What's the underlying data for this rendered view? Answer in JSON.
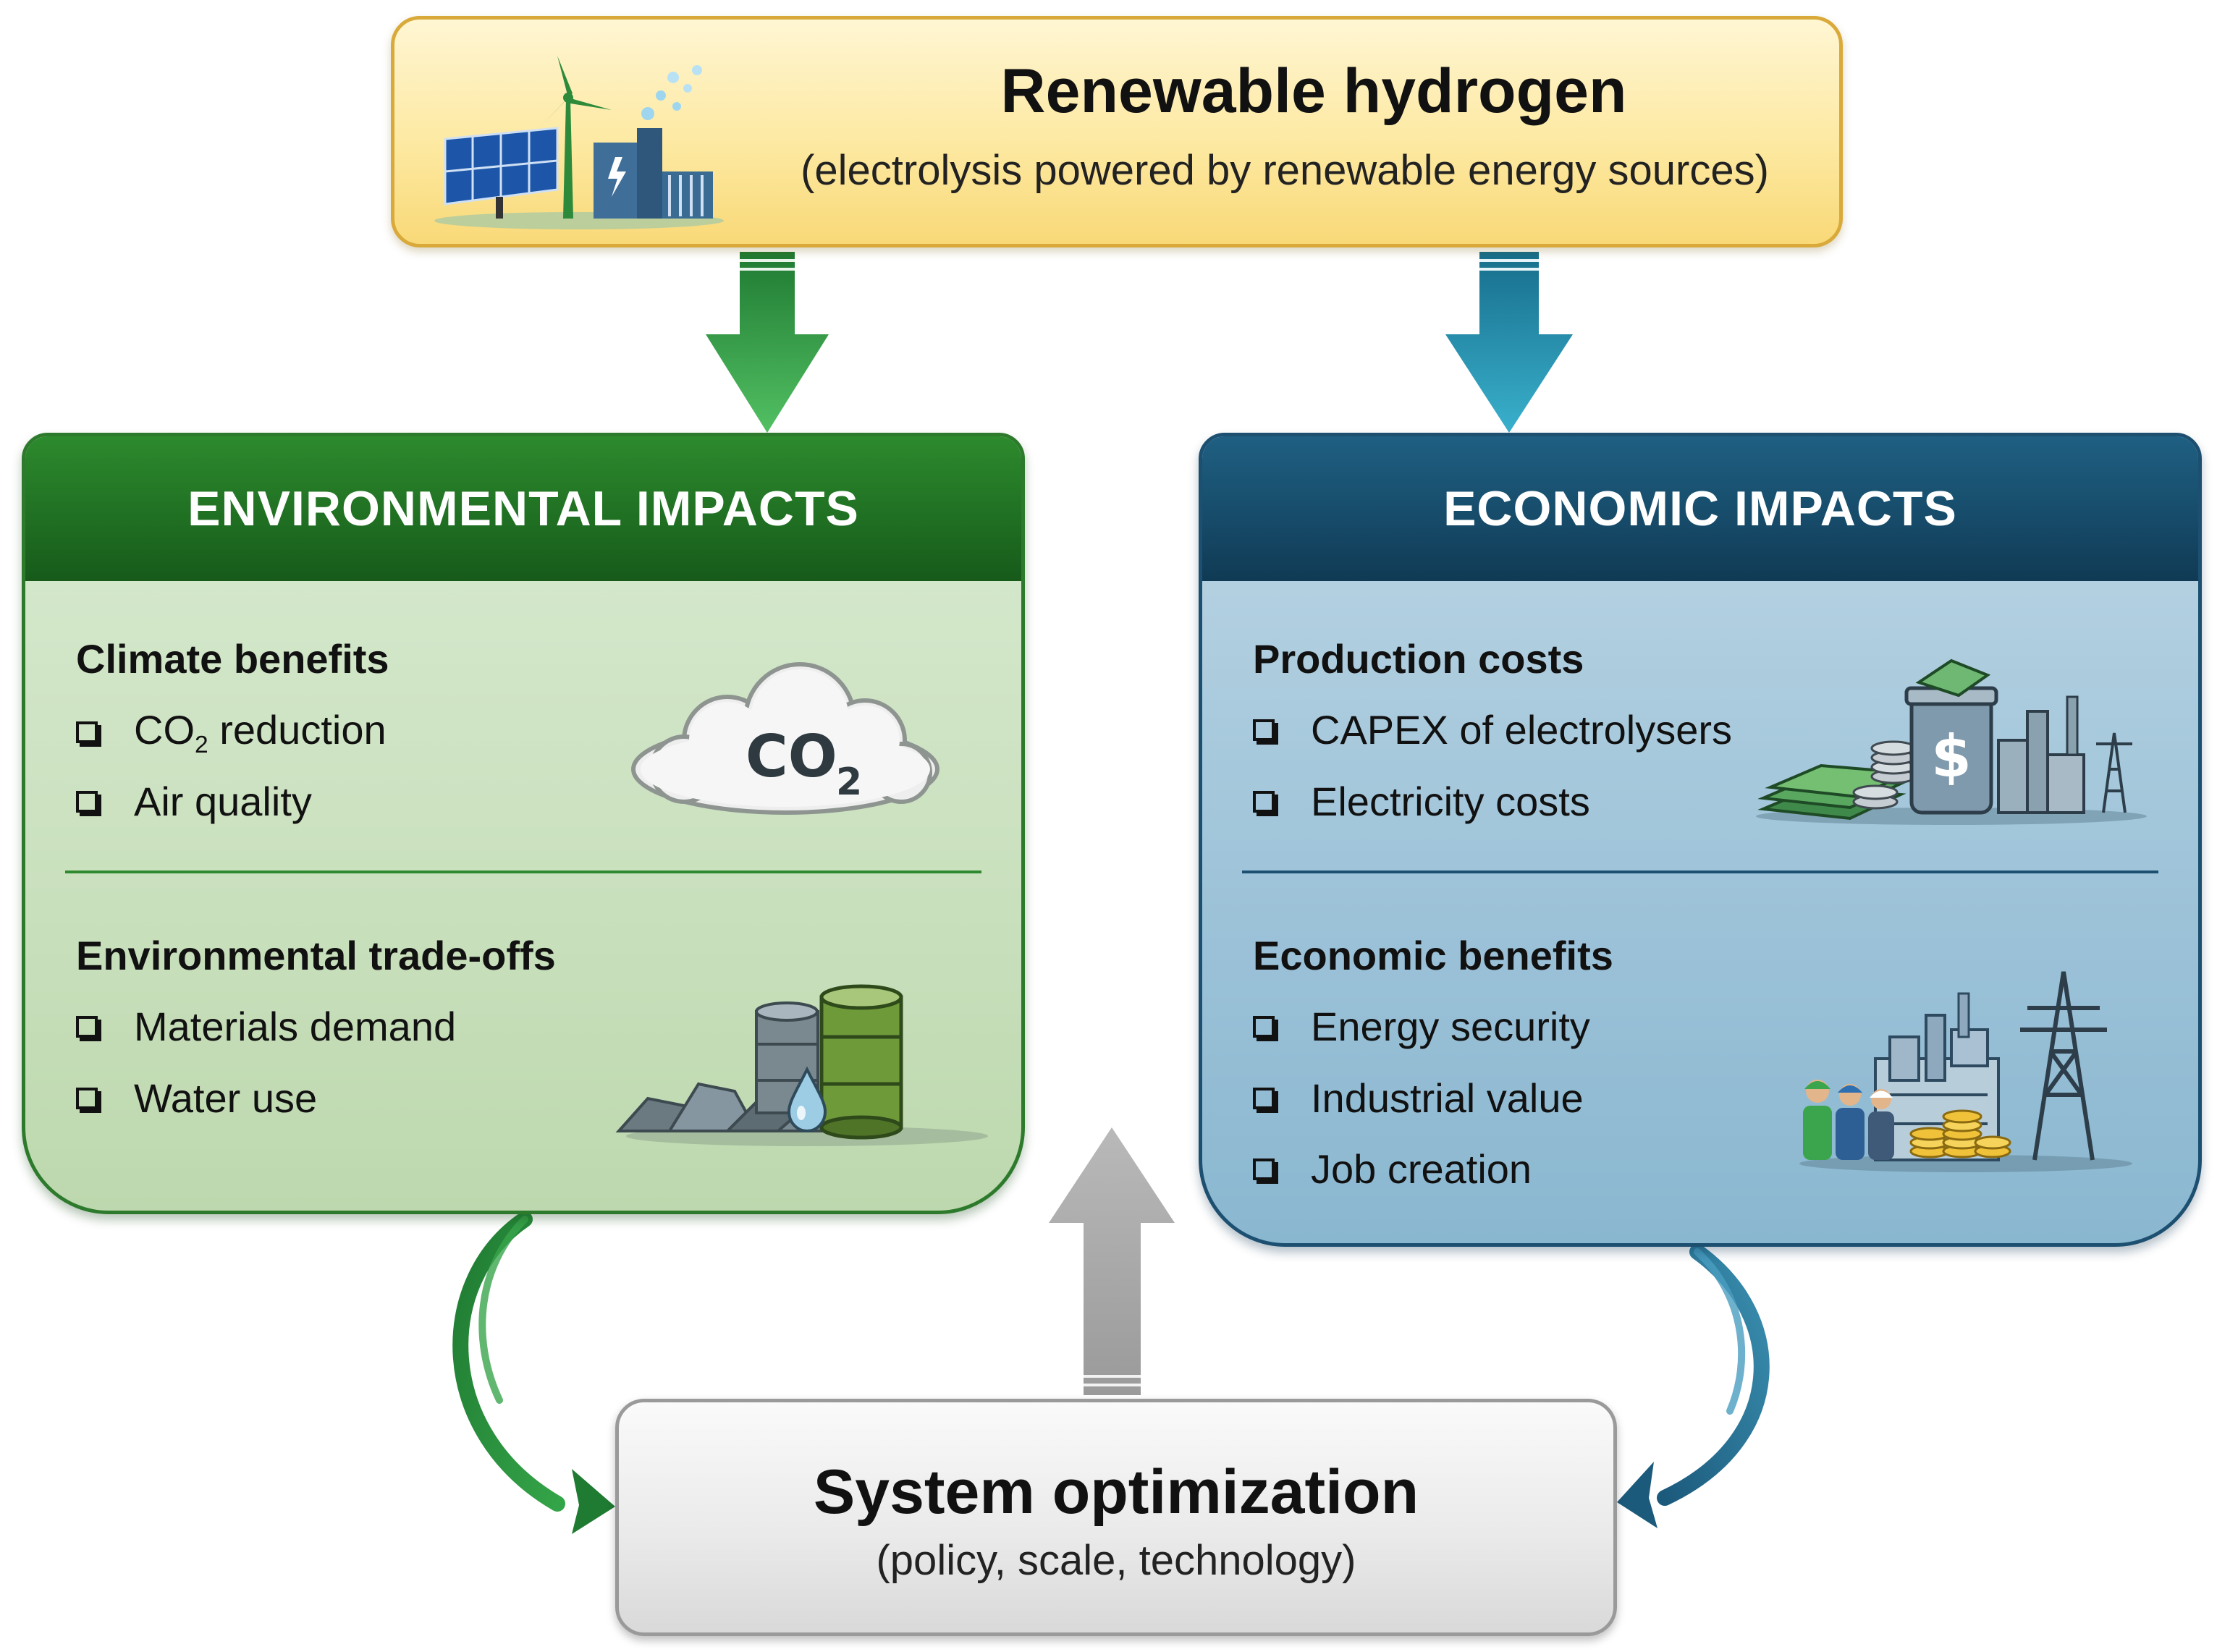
{
  "top": {
    "title": "Renewable hydrogen",
    "subtitle": "(electrolysis powered by renewable energy sources)"
  },
  "environmental": {
    "header": "ENVIRONMENTAL IMPACTS",
    "sections": [
      {
        "title": "Climate benefits",
        "items": [
          {
            "prefix": "CO",
            "subscript": "2",
            "suffix": " reduction"
          },
          {
            "label": "Air quality"
          }
        ]
      },
      {
        "title": "Environmental trade-offs",
        "items": [
          {
            "label": "Materials demand"
          },
          {
            "label": "Water use"
          }
        ]
      }
    ],
    "cloud_label": {
      "main": "CO",
      "sub": "2"
    }
  },
  "economic": {
    "header": "ECONOMIC IMPACTS",
    "sections": [
      {
        "title": "Production costs",
        "items": [
          {
            "label": "CAPEX of electrolysers"
          },
          {
            "label": "Electricity costs"
          }
        ]
      },
      {
        "title": "Economic benefits",
        "items": [
          {
            "label": "Energy security"
          },
          {
            "label": "Industrial value"
          },
          {
            "label": "Job creation"
          }
        ]
      }
    ],
    "money_symbol": "$"
  },
  "bottom": {
    "title": "System optimization",
    "subtitle": "(policy, scale, technology)"
  },
  "colors": {
    "top_border": "#d9a93a",
    "env_green": "#1f6e22",
    "eco_blue": "#164a68",
    "arrow_green": "#2a9a3a",
    "arrow_blue": "#1e8aa8",
    "arrow_gray": "#a8a8a8"
  }
}
